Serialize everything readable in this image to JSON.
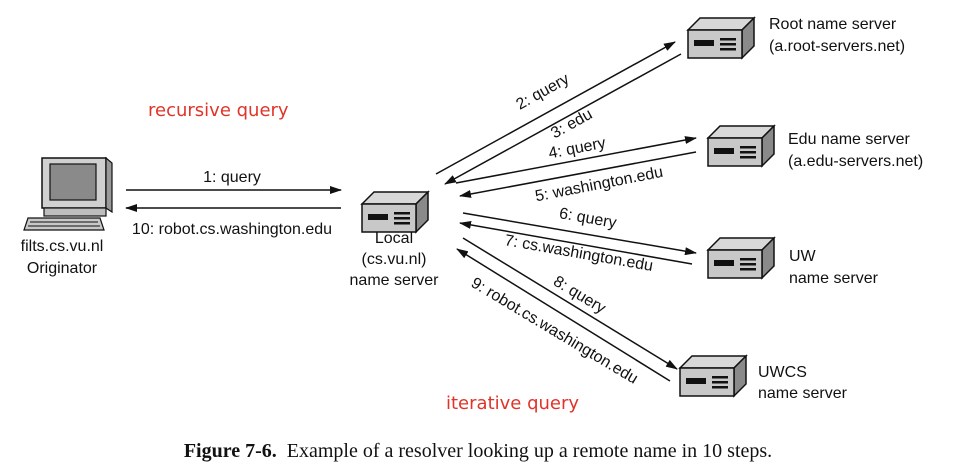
{
  "originator": {
    "host": "filts.cs.vu.nl",
    "role": "Originator"
  },
  "local": {
    "line1": "Local",
    "line2": "(cs.vu.nl)",
    "line3": "name server"
  },
  "servers": {
    "root": {
      "line1": "Root name server",
      "line2": "(a.root-servers.net)"
    },
    "edu": {
      "line1": "Edu name server",
      "line2": "(a.edu-servers.net)"
    },
    "uw": {
      "line1": "UW",
      "line2": "name server"
    },
    "uwcs": {
      "line1": "UWCS",
      "line2": "name server"
    }
  },
  "steps": {
    "s1": "1: query",
    "s2": "2: query",
    "s3": "3: edu",
    "s4": "4: query",
    "s5": "5: washington.edu",
    "s6": "6: query",
    "s7": "7: cs.washington.edu",
    "s8": "8: query",
    "s9": "9: robot.cs.washington.edu",
    "s10": "10: robot.cs.washington.edu"
  },
  "annotations": {
    "recursive": "recursive query",
    "iterative": "iterative query"
  },
  "caption": {
    "label": "Figure 7-6.",
    "text": "Example of a resolver looking up a remote name in 10 steps."
  }
}
